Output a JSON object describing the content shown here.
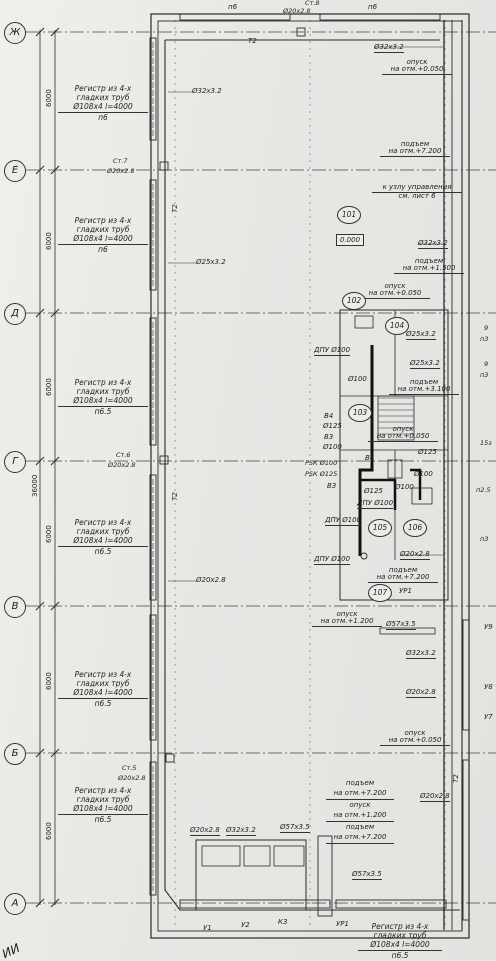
{
  "axes": [
    "Ж",
    "Е",
    "Д",
    "Г",
    "В",
    "Б",
    "А"
  ],
  "total_dimension": "36000",
  "span_dimension": "6000",
  "registers": [
    {
      "l1": "Регистр из 4-х",
      "l2": "гладких труб",
      "l3": "Ø108х4 l=4000",
      "l4": "п6"
    },
    {
      "l1": "Регистр из 4-х",
      "l2": "гладких труб",
      "l3": "Ø108х4 l=4000",
      "l4": "п6"
    },
    {
      "l1": "Регистр из 4-х",
      "l2": "гладких труб",
      "l3": "Ø108х4 l=4000",
      "l4": "п6.5"
    },
    {
      "l1": "Регистр из 4-х",
      "l2": "гладких труб",
      "l3": "Ø108х4 l=4000",
      "l4": "п6.5"
    },
    {
      "l1": "Регистр из 4-х",
      "l2": "гладких труб",
      "l3": "Ø108х4 l=4000",
      "l4": "п6.5"
    },
    {
      "l1": "Регистр из 4-х",
      "l2": "гладких труб",
      "l3": "Ø108х4 l=4000",
      "l4": "п6.5"
    }
  ],
  "risers": [
    {
      "name": "Ст.7",
      "pipe": "Ø20х2.8"
    },
    {
      "name": "Ст.6",
      "pipe": "Ø20х2.8"
    },
    {
      "name": "Ст.5",
      "pipe": "Ø20х2.8"
    },
    {
      "name": "Ст.8",
      "pipe": "Ø20х2.8"
    }
  ],
  "top_labels": {
    "p6_left": "п6",
    "p6_right": "п6"
  },
  "line_t2": "Т2",
  "pipe_labels": {
    "left_1": "Ø32х3.2",
    "left_2": "Ø25х3.2",
    "left_3": "Ø20х2.8",
    "r_top": "Ø32х3.2",
    "r_mid1": "Ø32х3.2",
    "r_mid2": "Ø25х3.2",
    "r_mid3": "Ø25х3.2",
    "r_low1": "Ø20х2.8",
    "r_low2": "Ø57х3.5",
    "r_low3": "Ø32х3.2",
    "r_low4": "Ø20х2.8",
    "r_bot": "Ø20х2.8",
    "b_1": "Ø20х2.8",
    "b_2": "Ø32х3.2",
    "b_3": "Ø57х3.5",
    "b_4": "Ø57х3.5"
  },
  "level_notes": [
    {
      "id": "n1",
      "l1": "опуск",
      "l2": "на отм.+0.050"
    },
    {
      "id": "n2",
      "l1": "подъем",
      "l2": "на отм.+7.200"
    },
    {
      "id": "n3",
      "l1": "к узлу управления",
      "l2": "см. лист 6"
    },
    {
      "id": "n4",
      "l1": "подъем",
      "l2": "на отм.+1.500"
    },
    {
      "id": "n5",
      "l1": "опуск",
      "l2": "на отм.+0.050"
    },
    {
      "id": "n6",
      "l1": "подъем",
      "l2": "на отм.+3.100"
    },
    {
      "id": "n7",
      "l1": "опуск",
      "l2": "на отм.+0.050"
    },
    {
      "id": "n8",
      "l1": "подъем",
      "l2": "на отм.+7.200"
    },
    {
      "id": "n9",
      "l1": "опуск",
      "l2": "на отм.+1.200"
    },
    {
      "id": "n10",
      "l1": "опуск",
      "l2": "на отм.+0.050"
    }
  ],
  "bottom_notes": {
    "l1": "подъем",
    "l2": "на отм.+7.200",
    "l3": "опуск",
    "l4": "на отм.+1.200",
    "l5": "подъем",
    "l6": "на отм.+7.200"
  },
  "rooms": [
    "101",
    "102",
    "103",
    "104",
    "105",
    "106",
    "107"
  ],
  "level_box": "0.000",
  "dpu": {
    "a": "ДПУ Ø100",
    "b": "ДПУ Ø100",
    "c": "ДПУ Ø100",
    "d": "ДПУ Ø100"
  },
  "drains": {
    "b4": "В4",
    "b4d": "Ø125",
    "b3": "В3",
    "b3d": "Ø100",
    "b3b": "В3",
    "rsk1": "РSК Ø100",
    "rsk2": "РSК Ø125",
    "d100a": "Ø100",
    "d100b": "Ø100",
    "d125a": "Ø125",
    "d125b": "Ø125",
    "d100c": "Ø100",
    "b4b": "В4"
  },
  "valves": {
    "u1": "У1",
    "u2": "У2",
    "k3": "К3",
    "up1a": "УР1",
    "up1b": "УР1",
    "u9": "У9",
    "u8": "У8",
    "u7": "У7"
  },
  "bottom_register": {
    "l1": "Регистр из 4-х",
    "l2": "гладких труб",
    "l3": "Ø108х4 l=4000",
    "l4": "п6.5"
  },
  "edge_right": {
    "a": "9",
    "b": "п3",
    "c": "9",
    "d": "п3",
    "e": "15з",
    "f": "п2.5",
    "g": "п3"
  },
  "corner_text": "ИИ"
}
